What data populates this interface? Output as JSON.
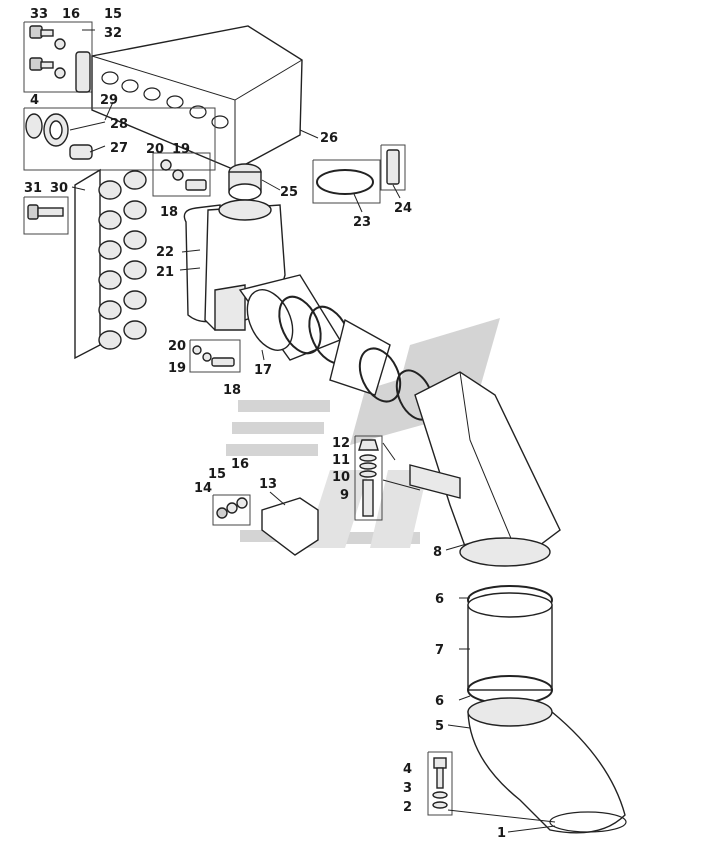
{
  "callouts": {
    "c1": "1",
    "c2": "2",
    "c3": "3",
    "c4_bottom": "4",
    "c5": "5",
    "c6_top": "6",
    "c6_bottom": "6",
    "c7": "7",
    "c8": "8",
    "c9": "9",
    "c10": "10",
    "c11": "11",
    "c12": "12",
    "c13": "13",
    "c14": "14",
    "c15_mid": "15",
    "c16_mid": "16",
    "c17": "17",
    "c18_top": "18",
    "c18_mid": "18",
    "c19_top": "19",
    "c19_mid": "19",
    "c20_top": "20",
    "c20_mid": "20",
    "c21": "21",
    "c22": "22",
    "c23": "23",
    "c24": "24",
    "c25": "25",
    "c26": "26",
    "c27": "27",
    "c28": "28",
    "c29": "29",
    "c30": "30",
    "c31": "31",
    "c32": "32",
    "c33": "33",
    "c16_top": "16",
    "c15_top": "15",
    "c4_top": "4"
  }
}
